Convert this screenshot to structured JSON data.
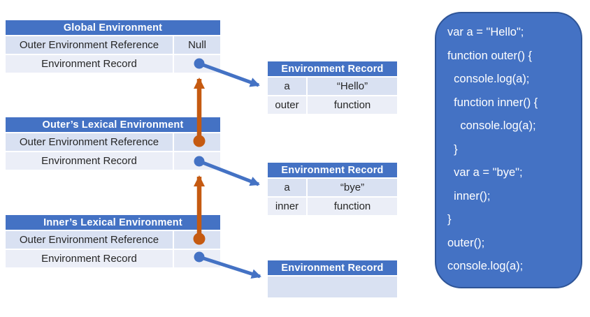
{
  "colors": {
    "accent_blue": "#4472C4",
    "accent_orange": "#C55A11",
    "row_dark": "#D9E1F2",
    "row_light": "#EBEEF7",
    "text_dark": "#262626",
    "code_border": "#2F5597"
  },
  "env_tables": [
    {
      "title": "Global Environment",
      "rows": [
        {
          "label": "Outer Environment Reference",
          "value": "Null"
        },
        {
          "label": "Environment Record",
          "value": ""
        }
      ]
    },
    {
      "title": "Outer’s Lexical Environment",
      "rows": [
        {
          "label": "Outer Environment Reference",
          "value": ""
        },
        {
          "label": "Environment Record",
          "value": ""
        }
      ]
    },
    {
      "title": "Inner’s Lexical Environment",
      "rows": [
        {
          "label": "Outer Environment Reference",
          "value": ""
        },
        {
          "label": "Environment Record",
          "value": ""
        }
      ]
    }
  ],
  "record_tables": [
    {
      "title": "Environment Record",
      "rows": [
        {
          "name": "a",
          "value": "“Hello”"
        },
        {
          "name": "outer",
          "value": "function"
        }
      ]
    },
    {
      "title": "Environment Record",
      "rows": [
        {
          "name": "a",
          "value": "“bye”"
        },
        {
          "name": "inner",
          "value": "function"
        }
      ]
    },
    {
      "title": "Environment Record",
      "rows": [
        {
          "name": "",
          "value": ""
        }
      ]
    }
  ],
  "code_panel": {
    "lines": [
      "var a = \"Hello\";",
      "function outer() {",
      "  console.log(a);",
      "  function inner() {",
      "    console.log(a);",
      "  }",
      "  var a = \"bye\";",
      "  inner();",
      "}",
      "outer();",
      "console.log(a);"
    ]
  }
}
